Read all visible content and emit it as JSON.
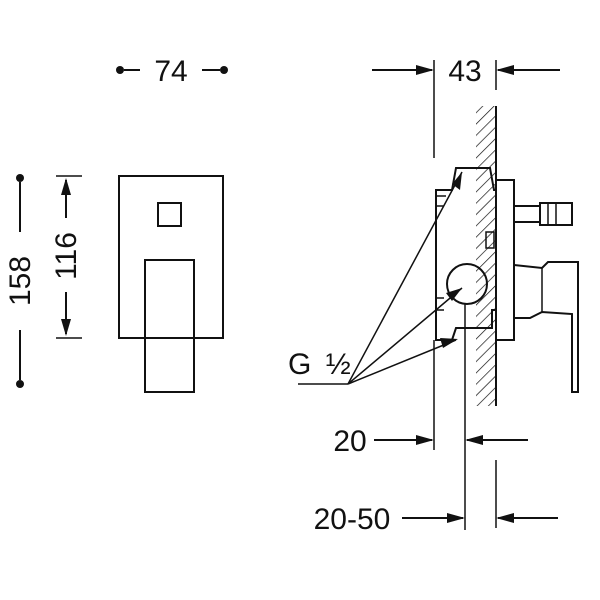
{
  "dimensions": {
    "front_width": "74",
    "total_height": "158",
    "plate_height": "116",
    "side_depth": "43",
    "inlet_offset": "20",
    "embed_range": "20-50"
  },
  "callouts": {
    "thread_main": "G",
    "thread_fraction": "½"
  }
}
